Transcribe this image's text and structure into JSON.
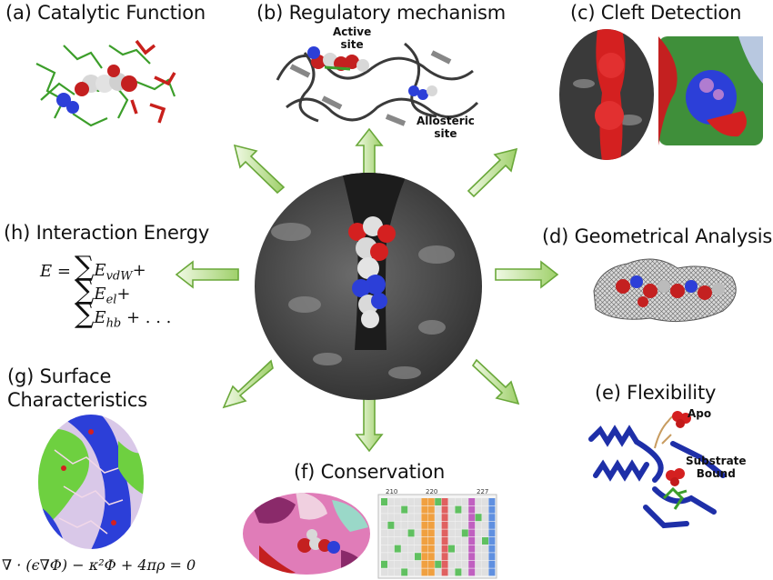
{
  "panels": {
    "a": {
      "title": "(a) Catalytic Function"
    },
    "b": {
      "title": "(b) Regulatory mechanism",
      "active_label": "Active\nsite",
      "allosteric_label": "Allosteric\nsite"
    },
    "c": {
      "title": "(c) Cleft Detection"
    },
    "d": {
      "title": "(d) Geometrical Analysis"
    },
    "e": {
      "title": "(e) Flexibility",
      "apo_label": "Apo",
      "bound_label": "Substrate\nBound"
    },
    "f": {
      "title": "(f) Conservation",
      "alignment_ruler": [
        "210",
        "220",
        "227"
      ]
    },
    "g": {
      "title_line1": "(g) Surface",
      "title_line2": "Characteristics",
      "equation": "∇ · (ϵ∇Φ) − κ²Φ + 4πρ = 0"
    },
    "h": {
      "title": "(h) Interaction Energy",
      "eq_lhs": "E =",
      "terms": [
        {
          "sum": "∑",
          "term": "E",
          "sub": "vdW",
          "tail": "+"
        },
        {
          "sum": "∑",
          "term": "E",
          "sub": "el",
          "tail": "+"
        },
        {
          "sum": "∑",
          "term": "E",
          "sub": "hb",
          "tail": " + . . ."
        }
      ]
    }
  },
  "colors": {
    "arrow_fill": "#c6e6a0",
    "arrow_stroke": "#5aa032",
    "surface_dark": "#3d3d3d",
    "oxygen_red": "#d42020",
    "nitrogen_blue": "#2c3fd8",
    "carbon_grey": "#d8d8d8",
    "protein_blue": "#1e2fa8"
  }
}
